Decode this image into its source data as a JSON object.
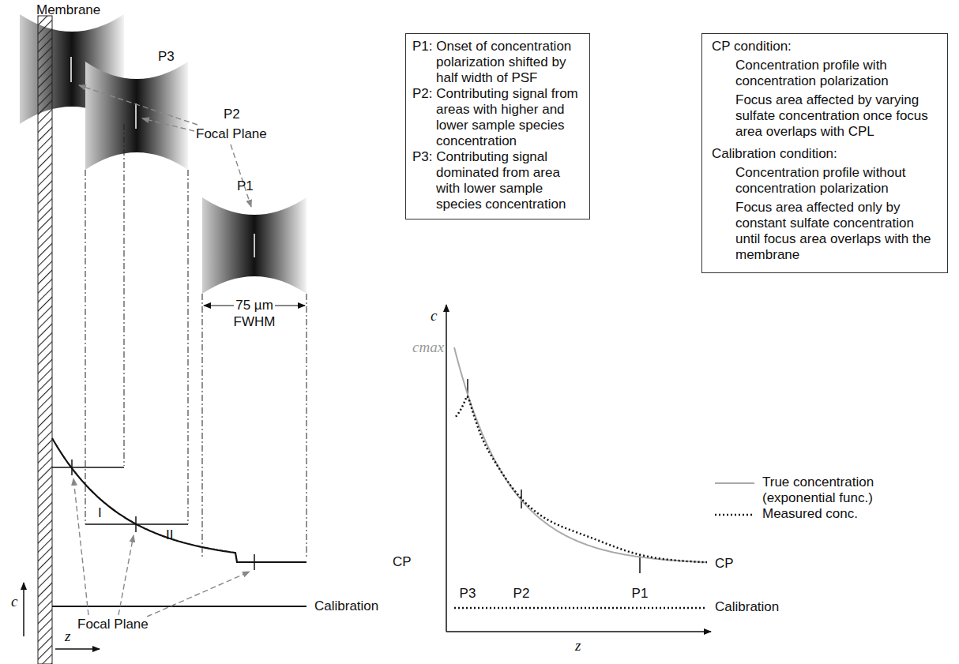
{
  "diagram": {
    "nodes": [
      {
        "text": [
          "P1: Onset of concentration polarization shifted by half width of PSF",
          "P2: Contributing signal from areas with higher and lower sample species concentration",
          "P3: Contributing signal dominated from area with lower sample species concentration"
        ]
      },
      {
        "text": [
          "CP condition:",
          "Concentration profile with concentration polarization",
          "Focus area affected by varying sulfate concentration once focus area overlaps with CPL",
          "Calibration condition:",
          "Concentration profile without concentration polarization",
          "Focus area affected only by constant sulfate concentration until focus area overlaps with the membrane"
        ]
      }
    ],
    "labels": [
      "Membrane",
      "P3",
      "P2",
      "P1",
      "Focal Plane",
      "75 µm",
      "FWHM",
      "Focal Plane",
      "I",
      "II",
      "CP",
      "Calibration",
      "c",
      "z",
      "c",
      "cmax",
      "P3",
      "P2",
      "P1",
      "z",
      "CP",
      "Calibration"
    ],
    "legend": [
      {
        "text": "True concentration (exponential func.)"
      },
      {
        "text": "Measured conc."
      }
    ]
  }
}
